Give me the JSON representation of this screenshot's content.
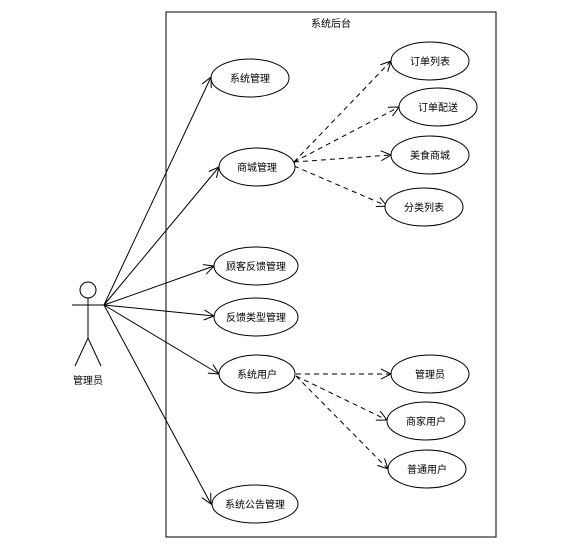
{
  "system": {
    "title": "系统后台"
  },
  "actor": {
    "label": "管理员"
  },
  "use_cases": {
    "system_mgmt": "系统管理",
    "mall_mgmt": "商城管理",
    "feedback_mgmt": "顾客反馈管理",
    "feedback_type_mgmt": "反馈类型管理",
    "system_users": "系统用户",
    "announcement_mgmt": "系统公告管理"
  },
  "mall_children": {
    "order_list": "订单列表",
    "order_delivery": "订单配送",
    "food_mall": "美食商城",
    "category_list": "分类列表"
  },
  "user_children": {
    "admin": "管理员",
    "merchant_user": "商家用户",
    "normal_user": "普通用户"
  }
}
